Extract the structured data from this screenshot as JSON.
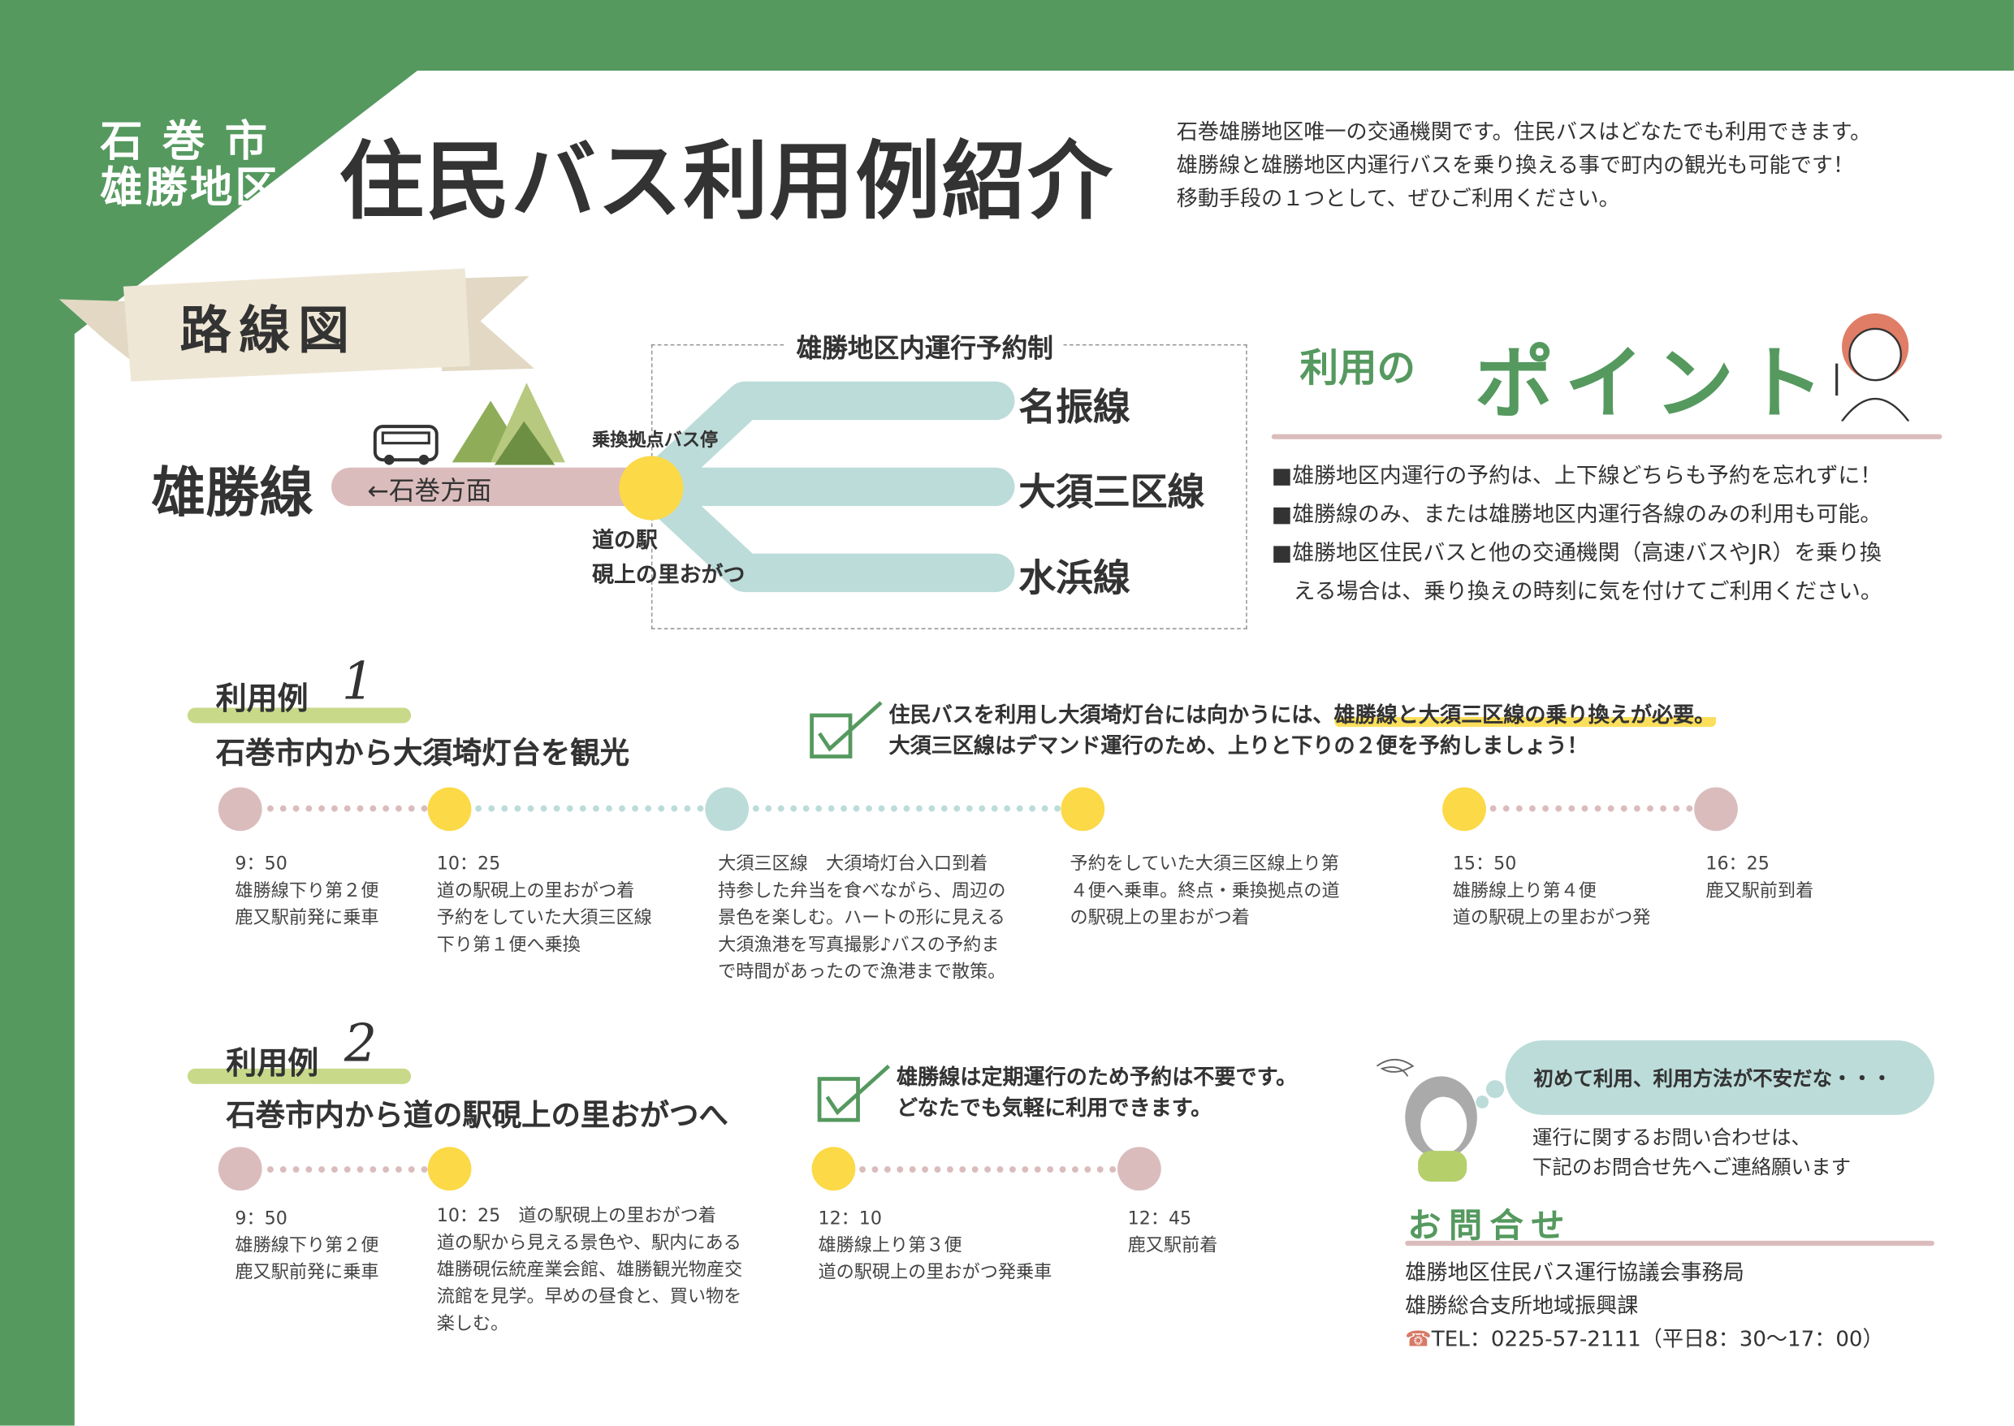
{
  "header": {
    "city": "石 巻 市",
    "district": "雄勝地区",
    "title": "住民バス利用例紹介",
    "intro": [
      "石巻雄勝地区唯一の交通機関です。住民バスはどなたでも利用できます。",
      "雄勝線と雄勝地区内運行バスを乗り換える事で町内の観光も可能です！",
      "移動手段の１つとして、ぜひご利用ください。"
    ]
  },
  "route_map": {
    "banner": "路線図",
    "reserve_label": "雄勝地区内運行予約制",
    "main_line": "雄勝線",
    "direction": "←石巻方面",
    "hub_label": "乗換拠点バス停",
    "hub_name": [
      "道の駅",
      "硯上の里おがつ"
    ],
    "branches": [
      "名振線",
      "大須三区線",
      "水浜線"
    ]
  },
  "points": {
    "heading_small": "利用の",
    "heading_big": "ポイント",
    "items": [
      "■雄勝地区内運行の予約は、上下線どちらも予約を忘れずに！",
      "■雄勝線のみ、または雄勝地区内運行各線のみの利用も可能。",
      "■雄勝地区住民バスと他の交通機関（高速バスやJR）を乗り換",
      "　える場合は、乗り換えの時刻に気を付けてご利用ください。"
    ]
  },
  "example1": {
    "label": "利用例",
    "number": "1",
    "subtitle": "石巻市内から大須埼灯台を観光",
    "note_pre": "住民バスを利用し大須埼灯台には向かうには、",
    "note_highlight": "雄勝線と大須三区線の乗り換えが必要。",
    "note_line2": "大須三区線はデマンド運行のため、上りと下りの２便を予約しましょう！",
    "steps": [
      [
        "9：50",
        "雄勝線下り第２便",
        "鹿又駅前発に乗車"
      ],
      [
        "10：25",
        "道の駅硯上の里おがつ着",
        "予約をしていた大須三区線",
        "下り第１便へ乗換"
      ],
      [
        "大須三区線　大須埼灯台入口到着",
        "持参した弁当を食べながら、周辺の",
        "景色を楽しむ。ハートの形に見える",
        "大須漁港を写真撮影♪バスの予約ま",
        "で時間があったので漁港まで散策。"
      ],
      [
        "予約をしていた大須三区線上り第",
        "４便へ乗車。終点・乗換拠点の道",
        "の駅硯上の里おがつ着"
      ],
      [
        "15：50",
        "雄勝線上り第４便",
        "道の駅硯上の里おがつ発"
      ],
      [
        "16：25",
        "鹿又駅前到着"
      ]
    ]
  },
  "example2": {
    "label": "利用例",
    "number": "2",
    "subtitle": "石巻市内から道の駅硯上の里おがつへ",
    "note": [
      "雄勝線は定期運行のため予約は不要です。",
      "どなたでも気軽に利用できます。"
    ],
    "steps": [
      [
        "9：50",
        "雄勝線下り第２便",
        "鹿又駅前発に乗車"
      ],
      [
        "10：25　道の駅硯上の里おがつ着",
        "道の駅から見える景色や、駅内にある",
        "雄勝硯伝統産業会館、雄勝観光物産交",
        "流館を見学。早めの昼食と、買い物を",
        "楽しむ。"
      ],
      [
        "12：10",
        "雄勝線上り第３便",
        "道の駅硯上の里おがつ発乗車"
      ],
      [
        "12：45",
        "鹿又駅前着"
      ]
    ]
  },
  "contact": {
    "bubble": "初めて利用、利用方法が不安だな・・・",
    "guide": [
      "運行に関するお問い合わせは、",
      "下記のお問合せ先へご連絡願います"
    ],
    "heading": "お問合せ",
    "org": "雄勝地区住民バス運行協議会事務局",
    "dept": "雄勝総合支所地域振興課",
    "tel": "TEL：0225-57-2111（平日8：30〜17：00）"
  },
  "colors": {
    "green": "#55995f",
    "pink": "#dbbcbc",
    "yellow": "#fbd947",
    "teal": "#bcdcd9",
    "olive": "#c8d98a"
  }
}
